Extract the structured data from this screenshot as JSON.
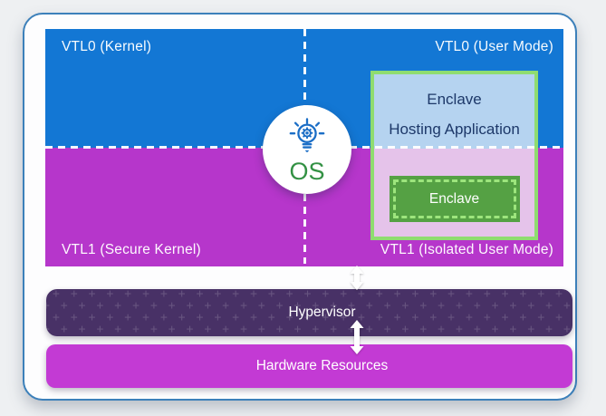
{
  "regions": {
    "vtl0_kernel": {
      "label": "VTL0 (Kernel)"
    },
    "vtl0_user_mode": {
      "label": "VTL0 (User Mode)"
    },
    "vtl1_secure_kernel": {
      "label": "VTL1 (Secure Kernel)"
    },
    "vtl1_isolated_user_mode": {
      "label": "VTL1 (Isolated User Mode)"
    }
  },
  "os": {
    "label": "OS",
    "icon": "lightbulb-gear-icon"
  },
  "enclave_hosting_application": {
    "label_line1": "Enclave",
    "label_line2": "Hosting Application"
  },
  "enclave": {
    "label": "Enclave"
  },
  "hypervisor": {
    "label": "Hypervisor"
  },
  "hardware_resources": {
    "label": "Hardware Resources"
  },
  "colors": {
    "vtl0_fill": "#1377d4",
    "vtl1_fill": "#b636cb",
    "hypervisor_fill": "#483166",
    "hardware_fill": "#c33ad4",
    "enclave_host_top_fill": "#b5d3f0",
    "enclave_host_bottom_fill": "#e5c3ea",
    "enclave_border": "#8fdc70",
    "enclave_fill": "#55a144",
    "frame_border": "#3c80ba",
    "os_text": "#339144",
    "navy_text": "#1d3869"
  }
}
